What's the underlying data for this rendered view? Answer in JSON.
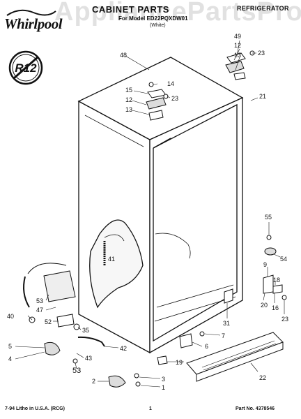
{
  "header": {
    "brand": "Whirlpool",
    "watermark": "AppliancePartsPros.com",
    "title": "CABINET PARTS",
    "subtitle": "For Model ED22PQXDW01",
    "color_note": "(White)",
    "category": "REFRIGERATOR"
  },
  "badge": {
    "text": "R12"
  },
  "callouts": {
    "c48": "48",
    "c49": "49",
    "c12a": "12",
    "c13a": "13",
    "c23a": "23",
    "c15": "15",
    "c14": "14",
    "c12b": "12",
    "c23b": "23",
    "c13b": "13",
    "c21": "21",
    "c55": "55",
    "c41": "41",
    "c9": "9",
    "c54": "54",
    "c53a": "53",
    "c47": "47",
    "c18": "18",
    "c20": "20",
    "c16": "16",
    "c23c": "23",
    "c31": "31",
    "c40": "40",
    "c52": "52",
    "c35": "35",
    "c7": "7",
    "c6": "6",
    "c5": "5",
    "c42": "42",
    "c43": "43",
    "c4": "4",
    "c19": "19",
    "c53b": "53",
    "c2": "2",
    "c3": "3",
    "c1": "1",
    "c22": "22"
  },
  "footer": {
    "print_note": "7-94 Litho in U.S.A. (RCG)",
    "page_number": "1",
    "part_number": "Part No. 4378546"
  },
  "colors": {
    "ink": "#111111",
    "paper": "#ffffff",
    "watermark": "#5a5a5a"
  }
}
